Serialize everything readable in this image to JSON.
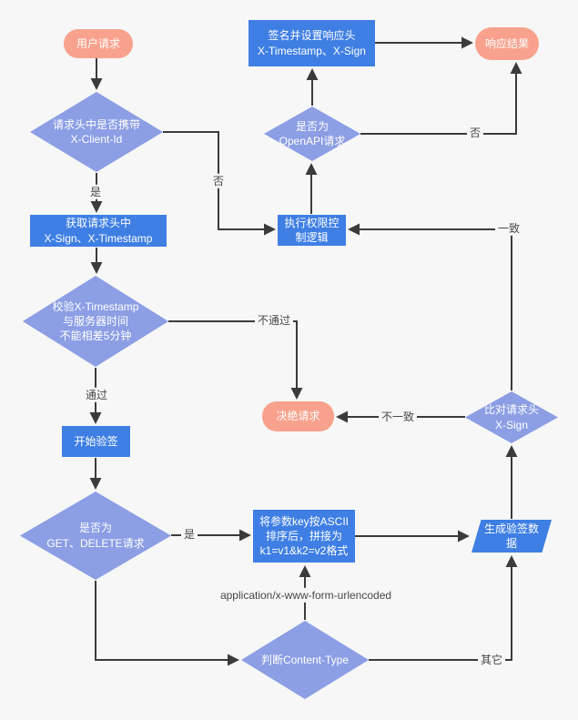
{
  "colors": {
    "process_fill": "#3F7FE4",
    "decision_fill": "#8C9EE4",
    "terminator_fill": "#F8A28D",
    "connector": "#3B3B3B",
    "background": "#F7F7F7",
    "node_text": "#FFFFFF",
    "label_text": "#474747"
  },
  "nodes": {
    "start": {
      "type": "terminator",
      "label": "用户请求"
    },
    "check_client_id": {
      "type": "decision",
      "label": "请求头中是否携带\nX-Client-Id"
    },
    "sign_response": {
      "type": "process",
      "label": "签名并设置响应头\nX-Timestamp、X-Sign"
    },
    "respond": {
      "type": "terminator",
      "label": "响应结果"
    },
    "check_openapi": {
      "type": "decision",
      "label": "是否为\nOpenAPI请求"
    },
    "auth_control": {
      "type": "process",
      "label": "执行权限控\n制逻辑"
    },
    "get_headers": {
      "type": "process",
      "label": "获取请求头中\nX-Sign、X-Timestamp"
    },
    "check_timestamp": {
      "type": "decision",
      "label": "校验X-Timestamp\n与服务器时间\n不能相差5分钟"
    },
    "reject": {
      "type": "terminator",
      "label": "决绝请求"
    },
    "compare_sign": {
      "type": "decision",
      "label": "比对请求头\nX-Sign"
    },
    "start_verify": {
      "type": "process",
      "label": "开始验签"
    },
    "check_method": {
      "type": "decision",
      "label": "是否为\nGET、DELETE请求"
    },
    "sort_params": {
      "type": "process",
      "label": "将参数key按ASCII\n排序后，拼接为\nk1=v1&k2=v2格式"
    },
    "gen_sign_data": {
      "type": "io",
      "label": "生成验签数\n据"
    },
    "check_content_type": {
      "type": "decision",
      "label": "判断Content-Type"
    }
  },
  "edge_labels": {
    "yes_client_id": "是",
    "no_client_id": "否",
    "fail_timestamp": "不通过",
    "pass_timestamp": "通过",
    "yes_method": "是",
    "form_urlencoded": "application/x-www-form-urlencoded",
    "other_content_type": "其它",
    "mismatch": "不一致",
    "match": "一致",
    "no_openapi": "否"
  }
}
